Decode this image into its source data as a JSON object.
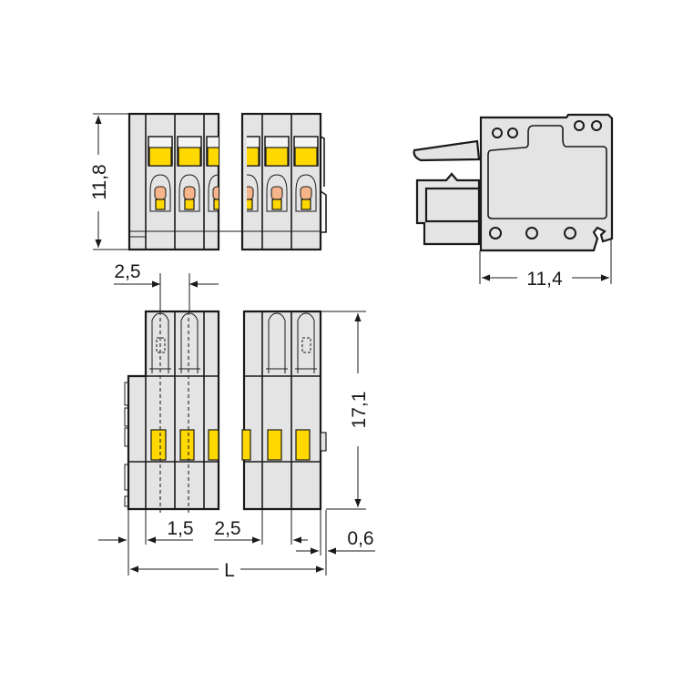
{
  "drawing": {
    "dimensions": {
      "height_top_view": "11,8",
      "pitch_top": "2,5",
      "depth_side_view": "11,4",
      "height_front_view": "17,1",
      "pin_offset": "1,5",
      "pitch_bottom": "2,5",
      "offset_right": "0,6",
      "length": "L"
    },
    "colors": {
      "housing": "#e4e4e4",
      "outline": "#1a1a1a",
      "actuator": "#ffd800",
      "clamp": "#f5b48a"
    }
  }
}
